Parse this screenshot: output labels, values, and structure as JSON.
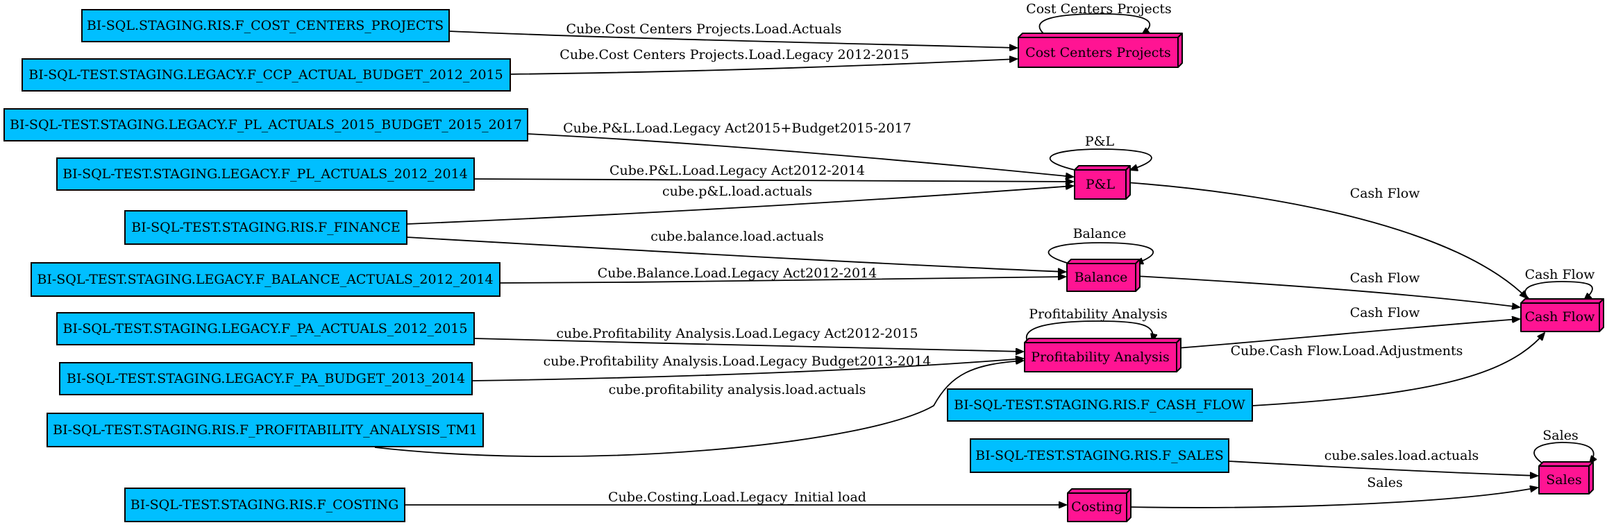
{
  "sources": [
    {
      "id": "s1",
      "label": "BI-SQL.STAGING.RIS.F_COST_CENTERS_PROJECTS"
    },
    {
      "id": "s2",
      "label": "BI-SQL-TEST.STAGING.LEGACY.F_CCP_ACTUAL_BUDGET_2012_2015"
    },
    {
      "id": "s3",
      "label": "BI-SQL-TEST.STAGING.LEGACY.F_PL_ACTUALS_2015_BUDGET_2015_2017"
    },
    {
      "id": "s4",
      "label": "BI-SQL-TEST.STAGING.LEGACY.F_PL_ACTUALS_2012_2014"
    },
    {
      "id": "s5",
      "label": "BI-SQL-TEST.STAGING.RIS.F_FINANCE"
    },
    {
      "id": "s6",
      "label": "BI-SQL-TEST.STAGING.LEGACY.F_BALANCE_ACTUALS_2012_2014"
    },
    {
      "id": "s7",
      "label": "BI-SQL-TEST.STAGING.LEGACY.F_PA_ACTUALS_2012_2015"
    },
    {
      "id": "s8",
      "label": "BI-SQL-TEST.STAGING.LEGACY.F_PA_BUDGET_2013_2014"
    },
    {
      "id": "s9",
      "label": "BI-SQL-TEST.STAGING.RIS.F_PROFITABILITY_ANALYSIS_TM1"
    },
    {
      "id": "s10",
      "label": "BI-SQL-TEST.STAGING.RIS.F_COSTING"
    },
    {
      "id": "s11",
      "label": "BI-SQL-TEST.STAGING.RIS.F_CASH_FLOW"
    },
    {
      "id": "s12",
      "label": "BI-SQL-TEST.STAGING.RIS.F_SALES"
    }
  ],
  "cubes": [
    {
      "id": "ccp",
      "label": "Cost Centers Projects"
    },
    {
      "id": "pl",
      "label": "P&L"
    },
    {
      "id": "bal",
      "label": "Balance"
    },
    {
      "id": "pa",
      "label": "Profitability Analysis"
    },
    {
      "id": "cost",
      "label": "Costing"
    },
    {
      "id": "cf",
      "label": "Cash Flow"
    },
    {
      "id": "sales",
      "label": "Sales"
    }
  ],
  "edges": [
    {
      "id": "e1",
      "from": "s1",
      "to": "ccp",
      "label": "Cube.Cost Centers Projects.Load.Actuals"
    },
    {
      "id": "e2",
      "from": "s2",
      "to": "ccp",
      "label": "Cube.Cost Centers Projects.Load.Legacy 2012-2015"
    },
    {
      "id": "e3",
      "from": "ccp",
      "to": "ccp",
      "label": "Cost Centers Projects"
    },
    {
      "id": "e4",
      "from": "s3",
      "to": "pl",
      "label": "Cube.P&L.Load.Legacy Act2015+Budget2015-2017"
    },
    {
      "id": "e5",
      "from": "s4",
      "to": "pl",
      "label": "Cube.P&L.Load.Legacy Act2012-2014"
    },
    {
      "id": "e6",
      "from": "s5",
      "to": "pl",
      "label": "cube.p&L.load.actuals"
    },
    {
      "id": "e7",
      "from": "pl",
      "to": "pl",
      "label": "P&L"
    },
    {
      "id": "e8",
      "from": "s5",
      "to": "bal",
      "label": "cube.balance.load.actuals"
    },
    {
      "id": "e9",
      "from": "s6",
      "to": "bal",
      "label": "Cube.Balance.Load.Legacy Act2012-2014"
    },
    {
      "id": "e10",
      "from": "bal",
      "to": "bal",
      "label": "Balance"
    },
    {
      "id": "e11",
      "from": "s7",
      "to": "pa",
      "label": "cube.Profitability Analysis.Load.Legacy Act2012-2015"
    },
    {
      "id": "e12",
      "from": "s8",
      "to": "pa",
      "label": "cube.Profitability Analysis.Load.Legacy Budget2013-2014"
    },
    {
      "id": "e13",
      "from": "s9",
      "to": "pa",
      "label": "cube.profitability analysis.load.actuals"
    },
    {
      "id": "e14",
      "from": "pa",
      "to": "pa",
      "label": "Profitability Analysis"
    },
    {
      "id": "e15",
      "from": "s10",
      "to": "cost",
      "label": "Cube.Costing.Load.Legacy_Initial load"
    },
    {
      "id": "e16",
      "from": "pl",
      "to": "cf",
      "label": "Cash Flow"
    },
    {
      "id": "e17",
      "from": "bal",
      "to": "cf",
      "label": "Cash Flow"
    },
    {
      "id": "e18",
      "from": "pa",
      "to": "cf",
      "label": "Cash Flow"
    },
    {
      "id": "e19",
      "from": "s11",
      "to": "cf",
      "label": "Cube.Cash Flow.Load.Adjustments"
    },
    {
      "id": "e20",
      "from": "cf",
      "to": "cf",
      "label": "Cash Flow"
    },
    {
      "id": "e21",
      "from": "s12",
      "to": "sales",
      "label": "cube.sales.load.actuals"
    },
    {
      "id": "e22",
      "from": "cost",
      "to": "sales",
      "label": "Sales"
    },
    {
      "id": "e23",
      "from": "sales",
      "to": "sales",
      "label": "Sales"
    }
  ],
  "colors": {
    "source_fill": "#00bfff",
    "cube_fill": "#ff1493",
    "edge": "#000000"
  }
}
